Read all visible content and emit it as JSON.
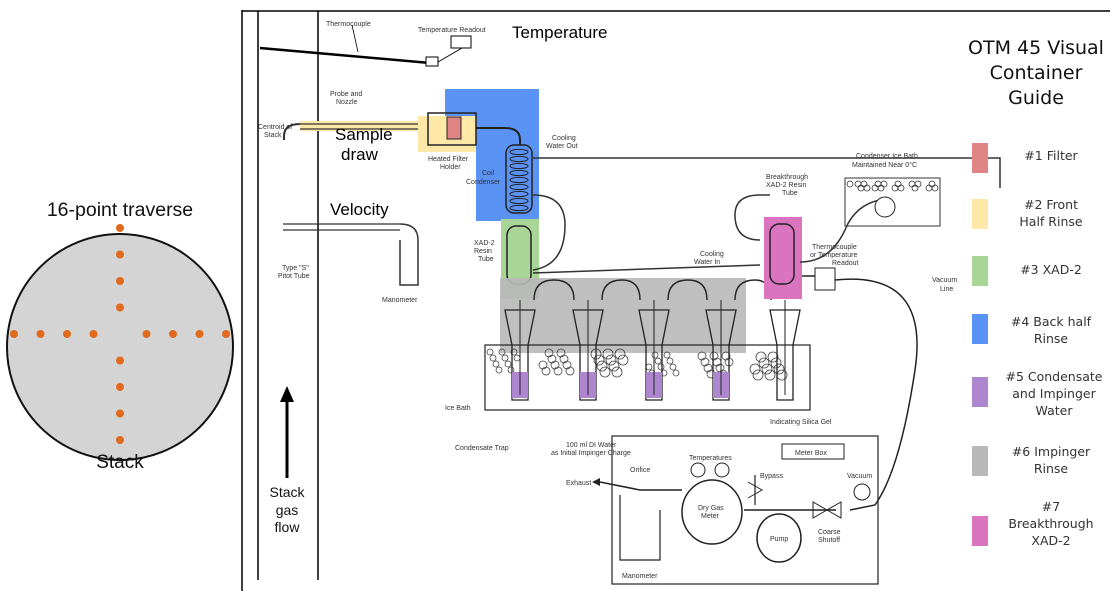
{
  "traverse": {
    "title": "16-point traverse",
    "caption": "Stack"
  },
  "flow": {
    "lines": [
      "Stack",
      "gas",
      "flow"
    ]
  },
  "labels": {
    "temperature": "Temperature",
    "velocity": "Velocity",
    "sample_draw_1": "Sample",
    "sample_draw_2": "draw",
    "thermocouple": "Thermocouple",
    "temperature_readout": "Temperature Readout",
    "probe_nozzle_1": "Probe and",
    "probe_nozzle_2": "Nozzle",
    "centroid_1": "Centroid of",
    "centroid_2": "Stack",
    "heated_filter_1": "Heated Filter",
    "heated_filter_2": "Holder",
    "cooling_out_1": "Cooling",
    "cooling_out_2": "Water Out",
    "condenser_bath_1": "Condenser Ice Bath",
    "condenser_bath_2": "Maintained Near 0°C",
    "coil_condenser_1": "Coil",
    "coil_condenser_2": "Condenser",
    "breakthrough_1": "Breakthrough",
    "breakthrough_2": "XAD-2 Resin",
    "breakthrough_3": "Tube",
    "xad_resin_1": "XAD-2",
    "xad_resin_2": "Resin",
    "xad_resin_3": "Tube",
    "cooling_in_1": "Cooling",
    "cooling_in_2": "Water In",
    "thermo_readout_1": "Thermocouple",
    "thermo_readout_2": "or Temperature",
    "thermo_readout_3": "Readout",
    "vacuum_line_1": "Vacuum",
    "vacuum_line_2": "Line",
    "pitot_1": "Type \"S\"",
    "pitot_2": "Pitot Tube",
    "manometer_top": "Manometer",
    "ice_bath": "Ice Bath",
    "condensate_trap": "Condensate Trap",
    "di_water_1": "100 ml DI Water",
    "di_water_2": "as Initial Impinger Charge",
    "silica_gel": "Indicating Silica Gel",
    "meter_box": "Meter Box",
    "temperatures": "Temperatures",
    "orifice": "Orifice",
    "exhaust": "Exhaust",
    "dry_gas_1": "Dry Gas",
    "dry_gas_2": "Meter",
    "bypass": "Bypass",
    "vacuum": "Vacuum",
    "pump": "Pump",
    "coarse_1": "Coarse",
    "coarse_2": "Shutoff",
    "manometer_bottom": "Manometer"
  },
  "guide": {
    "title_lines": [
      "OTM 45 Visual",
      "Container",
      "Guide"
    ],
    "items": [
      {
        "lines": [
          "#1 Filter"
        ],
        "color": "#e08585"
      },
      {
        "lines": [
          "#2 Front",
          "Half Rinse"
        ],
        "color": "#fde8a8"
      },
      {
        "lines": [
          "#3 XAD-2"
        ],
        "color": "#a9d597"
      },
      {
        "lines": [
          "#4 Back half",
          "Rinse"
        ],
        "color": "#5b93f5"
      },
      {
        "lines": [
          "#5 Condensate",
          "and Impinger",
          "Water"
        ],
        "color": "#ad86cf"
      },
      {
        "lines": [
          "#6 Impinger",
          "Rinse"
        ],
        "color": "#b8b8b8"
      },
      {
        "lines": [
          "#7",
          "Breakthrough",
          "XAD-2"
        ],
        "color": "#db74bf"
      }
    ]
  }
}
